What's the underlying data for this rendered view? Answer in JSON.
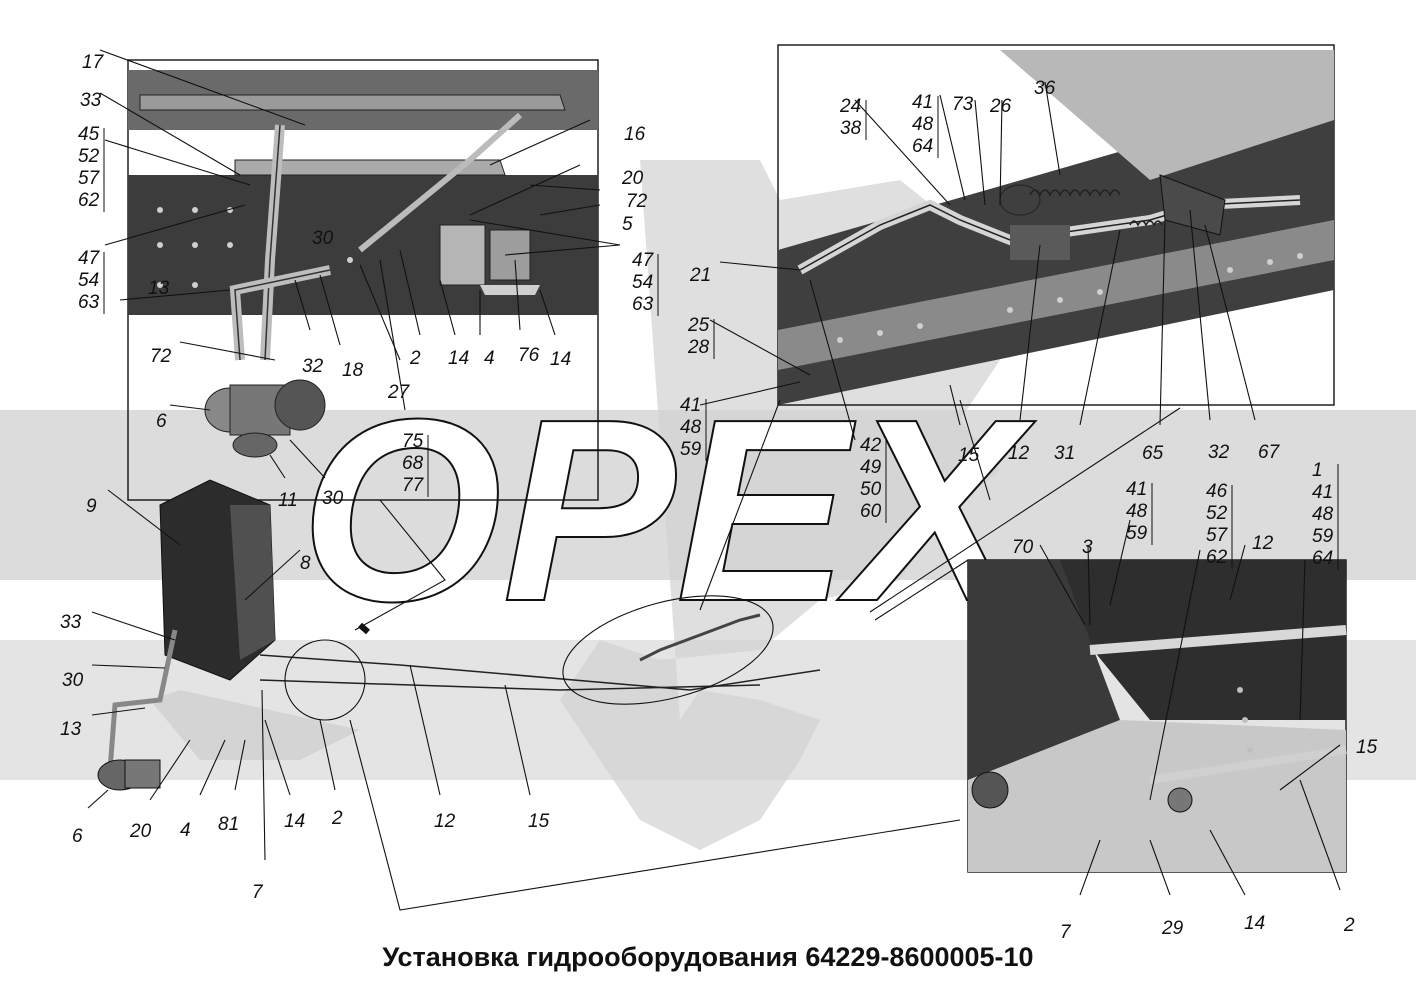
{
  "caption": "Установка гидрооборудования 64229-8600005-10",
  "watermark": "ОРЕХ",
  "inset_top_left": {
    "labels": [
      [
        "17"
      ],
      [
        "33"
      ],
      [
        "45",
        "52",
        "57",
        "62"
      ],
      [
        "47",
        "54",
        "63"
      ],
      [
        "13"
      ],
      [
        "30"
      ],
      [
        "16"
      ],
      [
        "20"
      ],
      [
        "72"
      ],
      [
        "5"
      ],
      [
        "47",
        "54",
        "63"
      ],
      [
        "32"
      ],
      [
        "18"
      ],
      [
        "2"
      ],
      [
        "14"
      ],
      [
        "4"
      ],
      [
        "76"
      ],
      [
        "14"
      ],
      [
        "27"
      ],
      [
        "72"
      ],
      [
        "6"
      ],
      [
        "11"
      ],
      [
        "30"
      ],
      [
        "75",
        "68",
        "77"
      ]
    ]
  },
  "inset_top_right": {
    "labels": [
      [
        "24",
        "38"
      ],
      [
        "41",
        "48",
        "64"
      ],
      [
        "73"
      ],
      [
        "26"
      ],
      [
        "36"
      ],
      [
        "21"
      ],
      [
        "25",
        "28"
      ],
      [
        "42",
        "49",
        "50",
        "60"
      ],
      [
        "15"
      ],
      [
        "12"
      ],
      [
        "31"
      ],
      [
        "65"
      ],
      [
        "32"
      ],
      [
        "67"
      ]
    ]
  },
  "main_view": {
    "labels": [
      [
        "41",
        "48",
        "59"
      ],
      [
        "9"
      ],
      [
        "8"
      ],
      [
        "33"
      ],
      [
        "30"
      ],
      [
        "13"
      ],
      [
        "6"
      ],
      [
        "20"
      ],
      [
        "4"
      ],
      [
        "81"
      ],
      [
        "14"
      ],
      [
        "2"
      ],
      [
        "7"
      ],
      [
        "12"
      ],
      [
        "15"
      ]
    ]
  },
  "inset_bottom_right": {
    "labels": [
      [
        "41",
        "48",
        "59"
      ],
      [
        "46",
        "52",
        "57",
        "62"
      ],
      [
        "1",
        "41",
        "48",
        "59",
        "64"
      ],
      [
        "70"
      ],
      [
        "3"
      ],
      [
        "12"
      ],
      [
        "15"
      ],
      [
        "7"
      ],
      [
        "29"
      ],
      [
        "14"
      ],
      [
        "2"
      ]
    ]
  }
}
